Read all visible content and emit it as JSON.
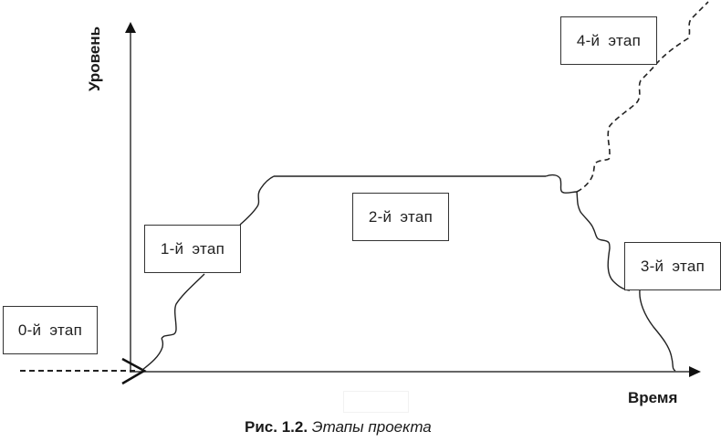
{
  "figure": {
    "caption_number": "Рис. 1.2.",
    "caption_title": "Этапы проекта"
  },
  "axes": {
    "y_label": "Уровень",
    "x_label": "Время"
  },
  "stages": [
    {
      "id": "stage-0",
      "label": "0-й  этап",
      "line_style": "dashed"
    },
    {
      "id": "stage-1",
      "label": "1-й  этап",
      "line_style": "solid"
    },
    {
      "id": "stage-2",
      "label": "2-й  этап",
      "line_style": "solid"
    },
    {
      "id": "stage-3",
      "label": "3-й  этап",
      "line_style": "solid"
    },
    {
      "id": "stage-4",
      "label": "4-й  этап",
      "line_style": "dashed"
    }
  ],
  "colors": {
    "line": "#2a2a2a",
    "box_border": "#333333",
    "background": "#ffffff"
  }
}
